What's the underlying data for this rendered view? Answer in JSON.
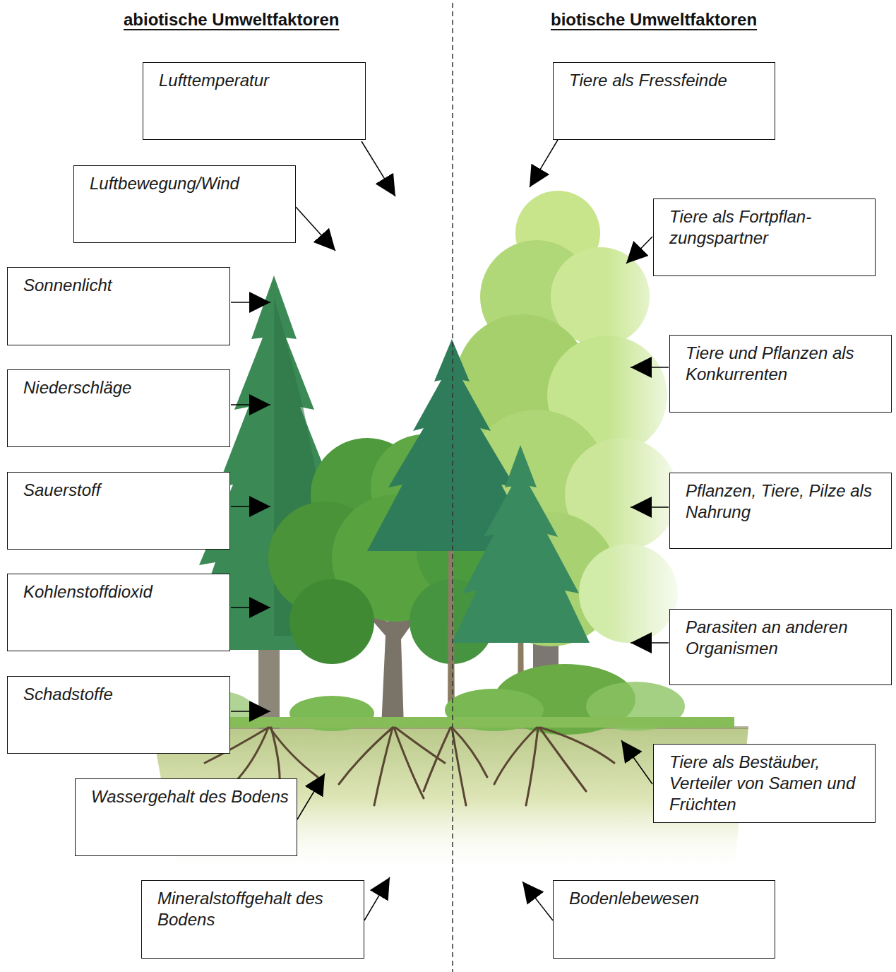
{
  "diagram": {
    "nodes": [
      {
        "text": [
          "Lufttemperatur"
        ]
      },
      {
        "text": [
          "Luftbewegung/Wind"
        ]
      },
      {
        "text": [
          "Sonnenlicht"
        ]
      },
      {
        "text": [
          "Niederschläge"
        ]
      },
      {
        "text": [
          "Sauerstoff"
        ]
      },
      {
        "text": [
          "Kohlenstoffdioxid"
        ]
      },
      {
        "text": [
          "Schadstoffe"
        ]
      },
      {
        "text": [
          "Wassergehalt des Bodens"
        ]
      },
      {
        "text": [
          "Mineralstoffgehalt des Bodens"
        ]
      },
      {
        "text": [
          "Tiere als Fressfeinde"
        ]
      },
      {
        "text": [
          "Tiere als Fortpflan- zungspartner"
        ]
      },
      {
        "text": [
          "Tiere und Pflanzen als Konkurrenten"
        ]
      },
      {
        "text": [
          "Pflanzen, Tiere, Pilze als Nahrung"
        ]
      },
      {
        "text": [
          "Parasiten an anderen Organismen"
        ]
      },
      {
        "text": [
          "Tiere als Bestäuber, Verteiler von Samen und Früchten"
        ]
      },
      {
        "text": [
          "Bodenlebewesen"
        ]
      }
    ],
    "labels": [
      "abiotische Umweltfaktoren",
      "biotische Umweltfaktoren"
    ]
  }
}
